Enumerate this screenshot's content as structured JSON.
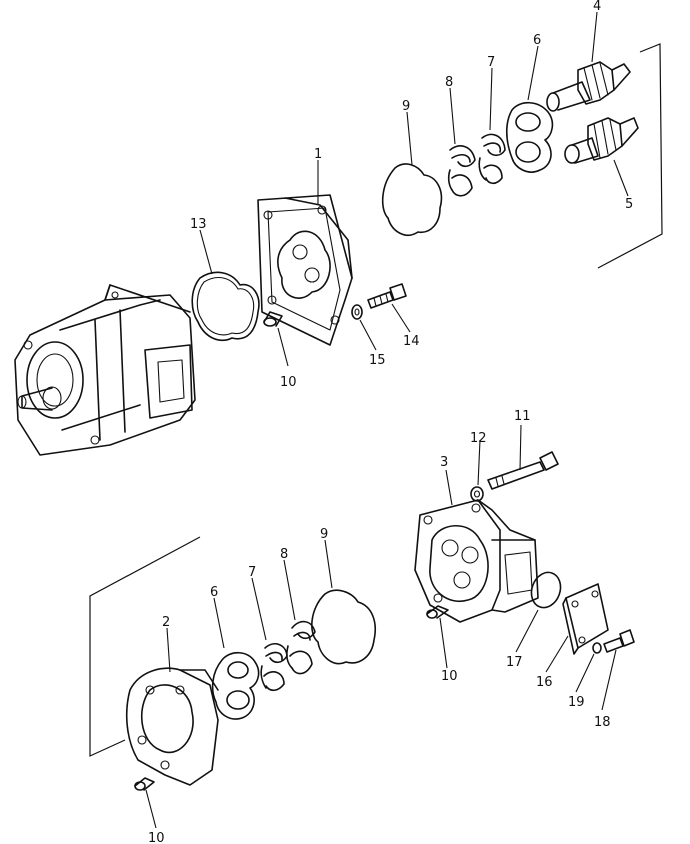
{
  "callouts": {
    "c1": "1",
    "c2": "2",
    "c3": "3",
    "c4": "4",
    "c5": "5",
    "c6a": "6",
    "c6b": "6",
    "c7a": "7",
    "c7b": "7",
    "c8a": "8",
    "c8b": "8",
    "c9a": "9",
    "c9b": "9",
    "c10a": "10",
    "c10b": "10",
    "c10c": "10",
    "c11": "11",
    "c12": "12",
    "c13": "13",
    "c14": "14",
    "c15": "15",
    "c16": "16",
    "c17": "17",
    "c18": "18",
    "c19": "19"
  }
}
